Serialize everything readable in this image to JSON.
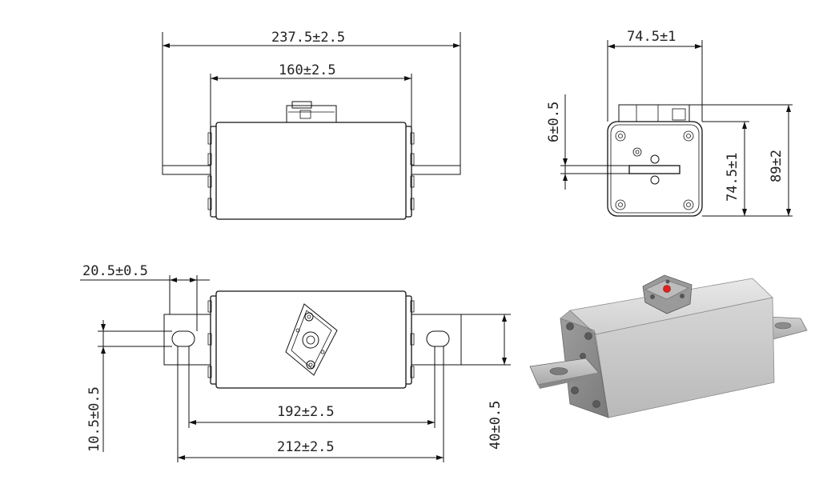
{
  "dimensions": {
    "top_overall_length": "237.5±2.5",
    "top_body_length": "160±2.5",
    "side_width": "74.5±1",
    "side_blade_offset": "6±0.5",
    "side_body_height": "74.5±1",
    "side_total_height": "89±2",
    "bottom_tab_width": "20.5±0.5",
    "bottom_slot_width": "10.5±0.5",
    "bottom_hole_distance": "192±2.5",
    "bottom_overall_length": "212±2.5",
    "bottom_blade_width": "40±0.5"
  },
  "colors": {
    "line": "#111111",
    "body_gray": "#c8c8c8",
    "indicator_red": "#e02020"
  }
}
